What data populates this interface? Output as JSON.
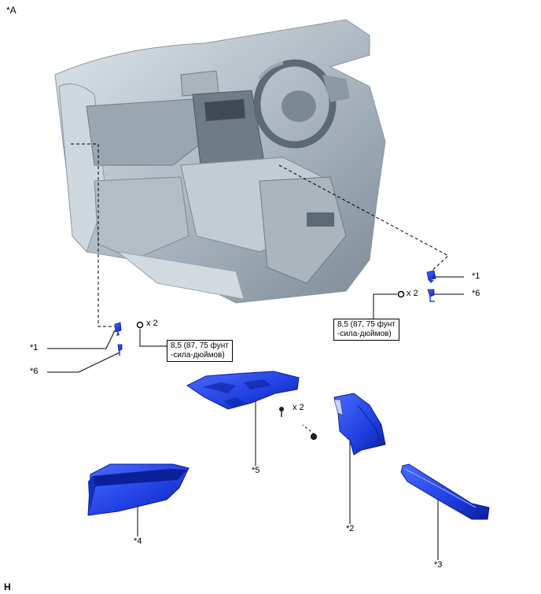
{
  "view_label": "*A",
  "corner_label": "H",
  "callouts": {
    "c1_left": "*1",
    "c6_left": "*6",
    "c1_right": "*1",
    "c6_right": "*6",
    "c5": "*5",
    "c4": "*4",
    "c2": "*2",
    "c3": "*3"
  },
  "qty": {
    "left": "x 2",
    "right": "x 2",
    "bracket": "x 2"
  },
  "torque_left": {
    "line1": "8,5 (87, 75 фунт",
    "line2": "-сила-дюймов)"
  },
  "torque_right": {
    "line1": "8,5 (87, 75 фунт",
    "line2": "-сила-дюймов)"
  },
  "colors": {
    "part_blue": "#1f3fe0",
    "part_dark": "#0c1f9a",
    "interior_gray": "#b9c3cc",
    "interior_dark": "#5d6a75"
  }
}
